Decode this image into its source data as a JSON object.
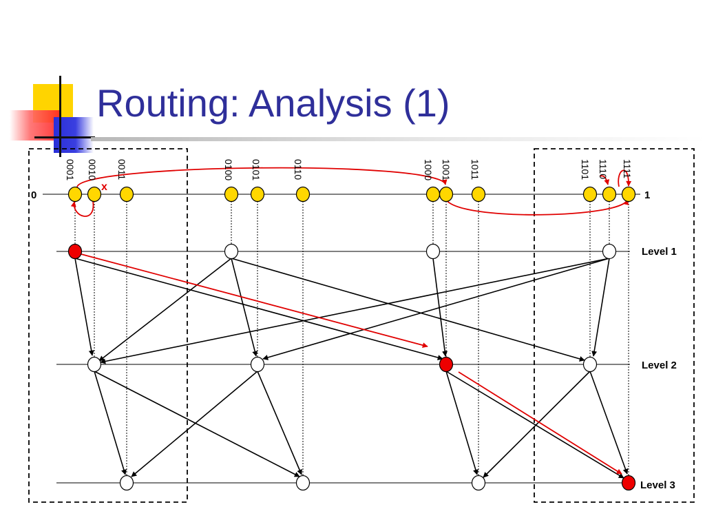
{
  "slide": {
    "title": "Routing: Analysis (1)",
    "colors": {
      "title": "#2f2f9a",
      "peer_node": "#ffd700",
      "highlight": "#ee0000",
      "overlay_node": "#ffffff"
    }
  },
  "diagram": {
    "range_start_label": "0",
    "range_end_label": "1",
    "level_labels": [
      "Level 1",
      "Level 2",
      "Level 3"
    ],
    "peer_ids": [
      "0001",
      "0010",
      "0011",
      "0100",
      "0101",
      "0110",
      "1000",
      "1001",
      "1011",
      "1101",
      "1110",
      "1111"
    ],
    "failed_mark": "x",
    "highlighted_path": [
      "0001",
      "Level 1",
      "Level 2",
      "Level 3",
      "1111"
    ]
  }
}
